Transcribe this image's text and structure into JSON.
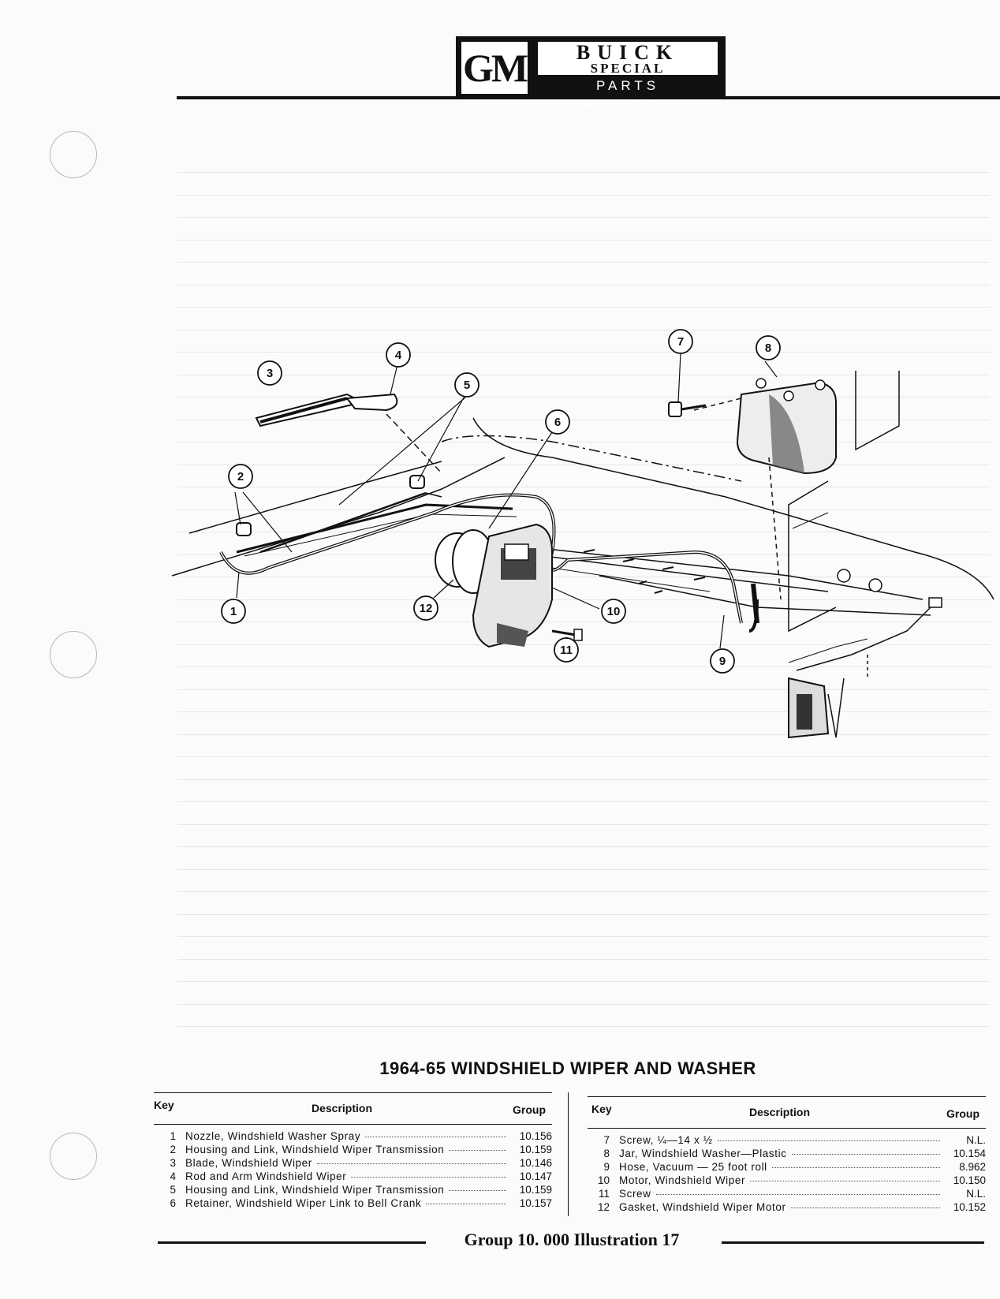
{
  "header": {
    "logo": "GM",
    "brand": "BUICK",
    "model": "SPECIAL",
    "subtitle": "PARTS CATALOGUE"
  },
  "diagram": {
    "callouts": [
      "1",
      "2",
      "3",
      "4",
      "5",
      "6",
      "7",
      "8",
      "9",
      "10",
      "11",
      "12"
    ]
  },
  "section_title": "1964-65 WINDSHIELD WIPER AND WASHER",
  "table_headers": {
    "key": "Key",
    "description": "Description",
    "group": "Group"
  },
  "parts_left": [
    {
      "key": "1",
      "description": "Nozzle, Windshield Washer Spray",
      "group": "10.156"
    },
    {
      "key": "2",
      "description": "Housing and Link, Windshield Wiper Transmission",
      "group": "10.159"
    },
    {
      "key": "3",
      "description": "Blade, Windshield Wiper",
      "group": "10.146"
    },
    {
      "key": "4",
      "description": "Rod and Arm Windshield Wiper",
      "group": "10.147"
    },
    {
      "key": "5",
      "description": "Housing and Link, Windshield Wiper Transmission",
      "group": "10.159"
    },
    {
      "key": "6",
      "description": "Retainer, Windshield Wiper Link to Bell Crank",
      "group": "10.157"
    }
  ],
  "parts_right": [
    {
      "key": "7",
      "description": "Screw, ¼—14 x ½",
      "group": "N.L."
    },
    {
      "key": "8",
      "description": "Jar, Windshield Washer—Plastic",
      "group": "10.154"
    },
    {
      "key": "9",
      "description": "Hose, Vacuum — 25 foot roll",
      "group": "8.962"
    },
    {
      "key": "10",
      "description": "Motor, Windshield Wiper",
      "group": "10.150"
    },
    {
      "key": "11",
      "description": "Screw",
      "group": "N.L."
    },
    {
      "key": "12",
      "description": "Gasket, Windshield Wiper Motor",
      "group": "10.152"
    }
  ],
  "footer": "Group 10. 000 Illustration 17"
}
